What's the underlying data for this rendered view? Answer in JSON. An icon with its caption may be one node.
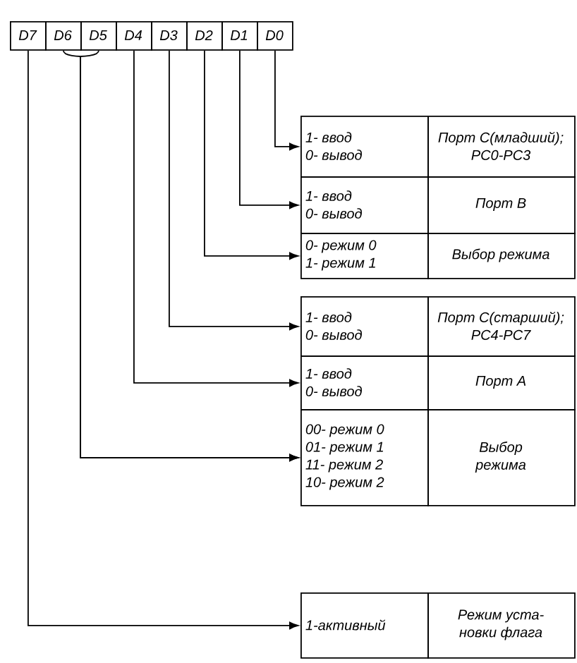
{
  "diagram": {
    "nodes": [
      {
        "text": [
          "D7"
        ]
      },
      {
        "text": [
          "D6"
        ]
      },
      {
        "text": [
          "D5"
        ]
      },
      {
        "text": [
          "D4"
        ]
      },
      {
        "text": [
          "D3"
        ]
      },
      {
        "text": [
          "D2"
        ]
      },
      {
        "text": [
          "D1"
        ]
      },
      {
        "text": [
          "D0"
        ]
      },
      {
        "text": [
          "1- ввод",
          "0- вывод"
        ]
      },
      {
        "text": [
          "Порт С(младший);",
          "PC0-PC3"
        ]
      },
      {
        "text": [
          "1- ввод",
          "0- вывод"
        ]
      },
      {
        "text": [
          "Порт В"
        ]
      },
      {
        "text": [
          "0- режим 0",
          "1- режим 1"
        ]
      },
      {
        "text": [
          "Выбор режима"
        ]
      },
      {
        "text": [
          "1- ввод",
          "0- вывод"
        ]
      },
      {
        "text": [
          "Порт С(старший);",
          "PC4-PC7"
        ]
      },
      {
        "text": [
          "1- ввод",
          "0- вывод"
        ]
      },
      {
        "text": [
          "Порт А"
        ]
      },
      {
        "text": [
          "00- режим 0",
          "01- режим 1",
          "11- режим 2",
          "10- режим 2"
        ]
      },
      {
        "text": [
          "Выбор",
          "режима"
        ]
      },
      {
        "text": [
          "1-активный"
        ]
      },
      {
        "text": [
          "Режим уста-",
          "новки флага"
        ]
      }
    ],
    "edges": [
      {
        "from": 7,
        "to": 8,
        "arrow": "to"
      },
      {
        "from": 6,
        "to": 10,
        "arrow": "to"
      },
      {
        "from": 5,
        "to": 12,
        "arrow": "to"
      },
      {
        "from": 4,
        "to": 14,
        "arrow": "to"
      },
      {
        "from": 3,
        "to": 16,
        "arrow": "to"
      },
      {
        "from": 1,
        "to": 18,
        "arrow": "to"
      },
      {
        "from": 2,
        "to": 18,
        "arrow": "to"
      },
      {
        "from": 0,
        "to": 20,
        "arrow": "to"
      }
    ]
  }
}
